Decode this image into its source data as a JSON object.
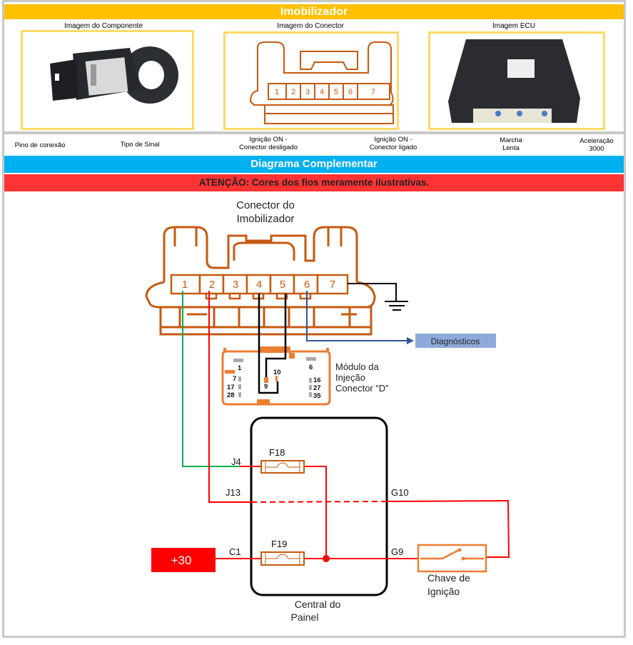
{
  "header": {
    "title": "Imobilizador"
  },
  "images": {
    "component_label": "Imagem do Componente",
    "connector_label": "Imagem do Conector",
    "ecu_label": "Imagem ECU",
    "connector_pins": [
      "1",
      "2",
      "3",
      "4",
      "5",
      "6",
      "7"
    ]
  },
  "table": {
    "columns": [
      {
        "line1": "Pino de conexão",
        "line2": ""
      },
      {
        "line1": "Tipo de Sinal",
        "line2": ""
      },
      {
        "line1": "Ignição ON -",
        "line2": "Conector desligado"
      },
      {
        "line1": "Ignição ON -",
        "line2": "Conector ligado"
      },
      {
        "line1": "Marcha",
        "line2": "Lenta"
      },
      {
        "line1": "Aceleração",
        "line2": "3000"
      }
    ]
  },
  "diagram_banner": "Diagrama Complementar",
  "warning": "ATENÇÃO: Cores dos fios meramente ilustrativas.",
  "diagram": {
    "connector_title_1": "Conector do",
    "connector_title_2": "Imobilizador",
    "pins": [
      "1",
      "2",
      "3",
      "4",
      "5",
      "6",
      "7"
    ],
    "diagnostics_label": "Diagnósticos",
    "module": {
      "label_1": "Módulo da",
      "label_2": "Injeção",
      "label_3": "Conector “D”",
      "pins_left": [
        "1",
        "7",
        "17",
        "28"
      ],
      "pins_right": [
        "6",
        "16",
        "27",
        "35"
      ],
      "pin_9": "9",
      "pin_10": "10"
    },
    "fusebox": {
      "label_1": "Central do",
      "label_2": "Painel",
      "fuse_f18": "F18",
      "fuse_f19": "F19",
      "terminal_j4": "J4",
      "terminal_j13": "J13",
      "terminal_c1": "C1",
      "terminal_g10": "G10",
      "terminal_g9": "G9"
    },
    "battery_label": "+30",
    "ignition": {
      "label_1": "Chave de",
      "label_2": "Ignição"
    },
    "colors": {
      "connector": "#c55a11",
      "wire_green": "#00b050",
      "wire_red": "#ff0000",
      "wire_black": "#000000",
      "wire_blue": "#2f5597",
      "module": "#ed7d31",
      "diag_box": "#8eaadb",
      "battery": "#ff0000"
    }
  }
}
